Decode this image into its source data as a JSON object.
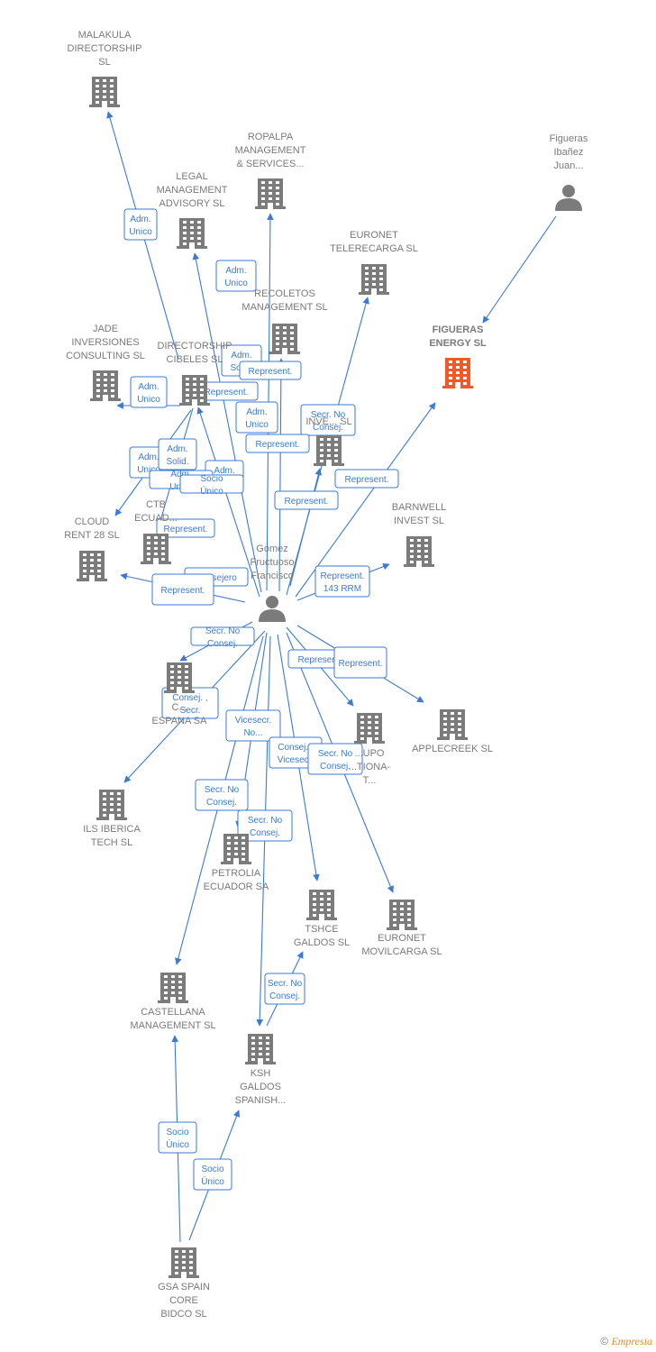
{
  "colors": {
    "edge": "#3a7bd5",
    "building": "#7b7b7b",
    "focus": "#f05a28",
    "person": "#7b7b7b"
  },
  "nodes": [
    {
      "id": "malakula",
      "type": "company",
      "lines": [
        "MALAKULA",
        "DIRECTORSHIP",
        "SL"
      ]
    },
    {
      "id": "ropalpa",
      "type": "company",
      "lines": [
        "ROPALPA",
        "MANAGEMENT",
        "& SERVICES..."
      ]
    },
    {
      "id": "legal",
      "type": "company",
      "lines": [
        "LEGAL",
        "MANAGEMENT",
        "ADVISORY  SL"
      ]
    },
    {
      "id": "figueras_p",
      "type": "person",
      "lines": [
        "Figueras",
        "Ibañez",
        "Juan..."
      ]
    },
    {
      "id": "euronet_t",
      "type": "company",
      "lines": [
        "EURONET",
        "TELERECARGA SL"
      ]
    },
    {
      "id": "recoletos",
      "type": "company",
      "lines": [
        "RECOLETOS",
        "MANAGEMENT SL"
      ]
    },
    {
      "id": "figueras_e",
      "type": "focus",
      "lines": [
        "FIGUERAS",
        "ENERGY  SL"
      ]
    },
    {
      "id": "jade",
      "type": "company",
      "lines": [
        "JADE",
        "INVERSIONES",
        "CONSULTING SL"
      ]
    },
    {
      "id": "directorship",
      "type": "company",
      "lines": [
        "DIRECTORSHIP",
        "CIBELES SL"
      ]
    },
    {
      "id": "inv",
      "type": "company",
      "lines": [
        "INVE...  SL"
      ]
    },
    {
      "id": "barnwell",
      "type": "company",
      "lines": [
        "BARNWELL",
        "INVEST  SL"
      ]
    },
    {
      "id": "ctb",
      "type": "company",
      "lines": [
        "CTB",
        "ECUAD..."
      ]
    },
    {
      "id": "cloud",
      "type": "company",
      "lines": [
        "CLOUD",
        "RENT 28  SL"
      ]
    },
    {
      "id": "gomez",
      "type": "person",
      "lines": [
        "Gomez",
        "Fructuoso",
        "Francisco"
      ]
    },
    {
      "id": "espana",
      "type": "company",
      "lines": [
        "C...",
        "ESPANA SA"
      ]
    },
    {
      "id": "grupo",
      "type": "company",
      "lines": [
        "...UPO",
        "...TIONA-",
        "T..."
      ]
    },
    {
      "id": "applecreek",
      "type": "company",
      "lines": [
        "APPLECREEK SL"
      ]
    },
    {
      "id": "ils",
      "type": "company",
      "lines": [
        "ILS IBERICA",
        "TECH  SL"
      ]
    },
    {
      "id": "petrolia",
      "type": "company",
      "lines": [
        "PETROLIA",
        "ECUADOR SA"
      ]
    },
    {
      "id": "tshce",
      "type": "company",
      "lines": [
        "TSHCE",
        "GALDOS  SL"
      ]
    },
    {
      "id": "euronet_m",
      "type": "company",
      "lines": [
        "EURONET",
        "MOVILCARGA SL"
      ]
    },
    {
      "id": "castellana",
      "type": "company",
      "lines": [
        "CASTELLANA",
        "MANAGEMENT SL"
      ]
    },
    {
      "id": "ksh",
      "type": "company",
      "lines": [
        "KSH",
        "GALDOS",
        "SPANISH..."
      ]
    },
    {
      "id": "gsa",
      "type": "company",
      "lines": [
        "GSA SPAIN",
        "CORE",
        "BIDCO  SL"
      ]
    }
  ],
  "edges": [
    {
      "from": "directorship",
      "to": "malakula"
    },
    {
      "from": "gomez",
      "to": "ropalpa"
    },
    {
      "from": "gomez",
      "to": "legal"
    },
    {
      "from": "figueras_p",
      "to": "figueras_e"
    },
    {
      "from": "gomez",
      "to": "euronet_t"
    },
    {
      "from": "gomez",
      "to": "recoletos"
    },
    {
      "from": "gomez",
      "to": "figueras_e"
    },
    {
      "from": "directorship",
      "to": "jade"
    },
    {
      "from": "gomez",
      "to": "directorship"
    },
    {
      "from": "gomez",
      "to": "inv"
    },
    {
      "from": "gomez",
      "to": "barnwell"
    },
    {
      "from": "directorship",
      "to": "cloud"
    },
    {
      "from": "gomez",
      "to": "cloud"
    },
    {
      "from": "directorship",
      "to": "ctb"
    },
    {
      "from": "gomez",
      "to": "espana"
    },
    {
      "from": "gomez",
      "to": "grupo"
    },
    {
      "from": "gomez",
      "to": "applecreek"
    },
    {
      "from": "gomez",
      "to": "ils"
    },
    {
      "from": "gomez",
      "to": "petrolia"
    },
    {
      "from": "gomez",
      "to": "tshce"
    },
    {
      "from": "gomez",
      "to": "euronet_m"
    },
    {
      "from": "gomez",
      "to": "castellana"
    },
    {
      "from": "gomez",
      "to": "ksh"
    },
    {
      "from": "ksh",
      "to": "tshce"
    },
    {
      "from": "gsa",
      "to": "castellana"
    },
    {
      "from": "gsa",
      "to": "ksh"
    }
  ],
  "relation_labels": [
    {
      "lines": [
        "Adm.",
        "Unico"
      ]
    },
    {
      "lines": [
        "Adm.",
        "Unico"
      ]
    },
    {
      "lines": [
        "Adm.",
        "Unico"
      ]
    },
    {
      "lines": [
        "Adm.",
        "Solid."
      ]
    },
    {
      "lines": [
        "Represent."
      ]
    },
    {
      "lines": [
        "Adm.",
        "Unico"
      ]
    },
    {
      "lines": [
        "Represent."
      ]
    },
    {
      "lines": [
        "Adm.",
        "Unico"
      ]
    },
    {
      "lines": [
        "Secr.  No",
        "Consej."
      ]
    },
    {
      "lines": [
        "Represent."
      ]
    },
    {
      "lines": [
        "Adm.",
        "Solid."
      ]
    },
    {
      "lines": [
        "Adm.",
        "Unico"
      ]
    },
    {
      "lines": [
        "Adm.",
        "Unico"
      ]
    },
    {
      "lines": [
        "Represent."
      ]
    },
    {
      "lines": [
        "Represent."
      ]
    },
    {
      "lines": [
        "Represent."
      ]
    },
    {
      "lines": [
        "Consejero"
      ]
    },
    {
      "lines": [
        "Represent."
      ]
    },
    {
      "lines": [
        "Represent.",
        "143 RRM"
      ]
    },
    {
      "lines": [
        "Secr.  No",
        "Consej."
      ]
    },
    {
      "lines": [
        "Represent."
      ]
    },
    {
      "lines": [
        "Represent."
      ]
    },
    {
      "lines": [
        "Consej. ,",
        "Secr."
      ]
    },
    {
      "lines": [
        "Vicesecr.",
        "No..."
      ]
    },
    {
      "lines": [
        "Consej. ,",
        "Vicesecr."
      ]
    },
    {
      "lines": [
        "Secr.  No",
        "Consej."
      ]
    },
    {
      "lines": [
        "Secr.  No",
        "Consej."
      ]
    },
    {
      "lines": [
        "Secr.  No",
        "Consej."
      ]
    },
    {
      "lines": [
        "Secr.  No",
        "Consej."
      ]
    },
    {
      "lines": [
        "Socio",
        "Único"
      ]
    },
    {
      "lines": [
        "Socio",
        "Único"
      ]
    },
    {
      "lines": [
        "Socio",
        "Único"
      ]
    }
  ],
  "footer": {
    "copyright": "©",
    "brand": "Empresia"
  }
}
